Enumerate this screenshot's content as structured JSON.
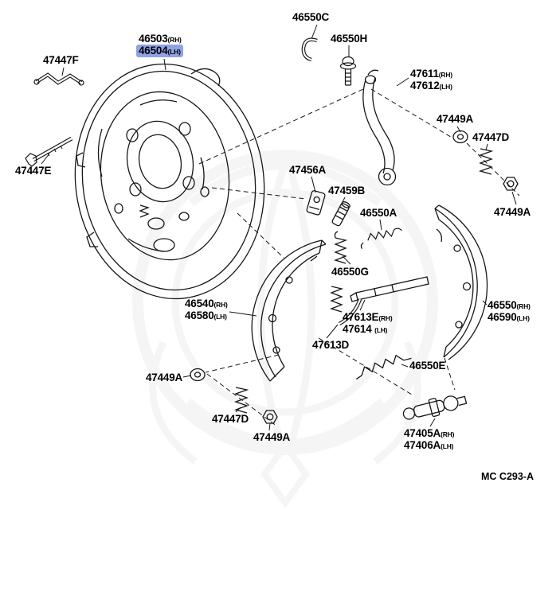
{
  "diagram": {
    "code": "MC C293-A",
    "highlight_color": "#8fa2e4",
    "line_color": "#161616"
  },
  "labels": {
    "p46550c": {
      "text": "46550C"
    },
    "p46550h": {
      "text": "46550H"
    },
    "p46503": {
      "text": "46503",
      "suffix": "(RH)"
    },
    "p46504": {
      "text": "46504",
      "suffix": "(LH)"
    },
    "p47447f": {
      "text": "47447F"
    },
    "p47611": {
      "text": "47611",
      "suffix": "(RH)"
    },
    "p47612": {
      "text": "47612",
      "suffix": "(LH)"
    },
    "p47449a_top": {
      "text": "47449A"
    },
    "p47447d_right": {
      "text": "47447D"
    },
    "p47447e": {
      "text": "47447E"
    },
    "p47456a": {
      "text": "47456A"
    },
    "p47459b": {
      "text": "47459B"
    },
    "p46550a": {
      "text": "46550A"
    },
    "p47449a_right": {
      "text": "47449A"
    },
    "p46550g": {
      "text": "46550G"
    },
    "p46540": {
      "text": "46540",
      "suffix": "(RH)"
    },
    "p46580": {
      "text": "46580",
      "suffix": "(LH)"
    },
    "p47613e": {
      "text": "47613E",
      "suffix": "(RH)"
    },
    "p47614": {
      "text": "47614",
      "suffix": "(LH)"
    },
    "p46550": {
      "text": "46550",
      "suffix": "(RH)"
    },
    "p46590": {
      "text": "46590",
      "suffix": "(LH)"
    },
    "p47613d": {
      "text": "47613D"
    },
    "p46550e": {
      "text": "46550E"
    },
    "p47449a_left": {
      "text": "47449A"
    },
    "p47447d_bottom": {
      "text": "47447D"
    },
    "p47449a_bottom": {
      "text": "47449A"
    },
    "p47405a": {
      "text": "47405A",
      "suffix": "(RH)"
    },
    "p47406a": {
      "text": "47406A",
      "suffix": "(LH)"
    }
  }
}
